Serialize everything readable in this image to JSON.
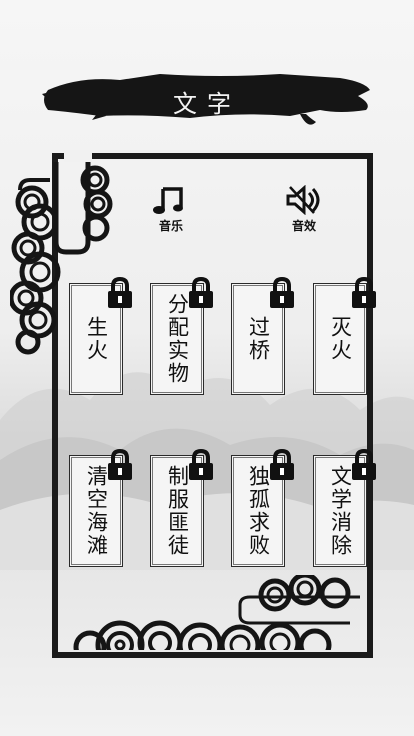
{
  "header": {
    "title": "文字"
  },
  "controls": {
    "music": {
      "label": "音乐",
      "icon": "music-note-icon"
    },
    "sound": {
      "label": "音效",
      "icon": "speaker-muted-icon"
    }
  },
  "levels": [
    {
      "label": "生火",
      "locked": true
    },
    {
      "label": "分配实物",
      "locked": true
    },
    {
      "label": "过桥",
      "locked": true
    },
    {
      "label": "灭火",
      "locked": true
    },
    {
      "label": "清空海滩",
      "locked": true
    },
    {
      "label": "制服匪徒",
      "locked": true
    },
    {
      "label": "独孤求败",
      "locked": true
    },
    {
      "label": "文学消除",
      "locked": true
    }
  ],
  "colors": {
    "ink": "#111111",
    "paper": "#f2f2f2",
    "frame": "#1b1b1b"
  }
}
